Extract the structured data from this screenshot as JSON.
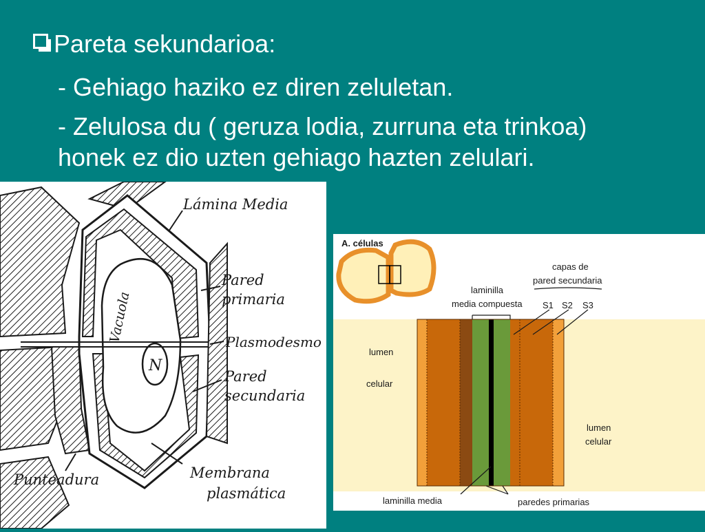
{
  "slide": {
    "bullet_title": "Pareta sekundarioa:",
    "line1": "- Gehiago haziko ez diren zeluletan.",
    "line2a": "- Zelulosa du ( geruza lodia, zurruna eta trinkoa)",
    "line2b": "honek ez dio uzten gehiago hazten zelulari."
  },
  "left_diagram": {
    "labels": {
      "lamina_media": "Lámina Media",
      "pared_primaria_1": "Pared",
      "pared_primaria_2": "primaria",
      "plasmodesmo": "Plasmodesmo",
      "pared_secundaria_1": "Pared",
      "pared_secundaria_2": "secundaria",
      "vacuola": "Vacuola",
      "nucleo": "N",
      "punteadura": "Punteadura",
      "membrana_1": "Membrana",
      "membrana_2": "plasmática"
    },
    "colors": {
      "ink": "#1a1a1a",
      "paper": "#ffffff"
    }
  },
  "right_diagram": {
    "labels": {
      "a_celulas": "A. células",
      "capas_1": "capas de",
      "capas_2": "pared secundaria",
      "laminilla_1": "laminilla",
      "laminilla_2": "media compuesta",
      "s1": "S1",
      "s2": "S2",
      "s3": "S3",
      "lumen_left_1": "lumen",
      "lumen_left_2": "celular",
      "lumen_right_1": "lumen",
      "lumen_right_2": "celular",
      "laminilla_media": "laminilla media",
      "paredes_primarias": "paredes primarias"
    },
    "colors": {
      "lumen": "#fdf3c8",
      "cell_fill": "#fff0b8",
      "cell_border": "#e8902a",
      "s1": "#f2a03a",
      "s2": "#c8680a",
      "s3": "#8b4a12",
      "primary_wall": "#6a9a3a",
      "middle_lamella": "#000000"
    }
  }
}
